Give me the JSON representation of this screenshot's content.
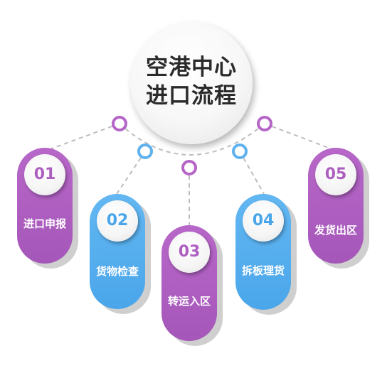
{
  "center": {
    "title_line1": "空港中心",
    "title_line2": "进口流程"
  },
  "steps": [
    {
      "number": "01",
      "label": "进口申报",
      "color": "#ad5fc0"
    },
    {
      "number": "02",
      "label": "货物检查",
      "color": "#4aa6ea"
    },
    {
      "number": "03",
      "label": "转运入区",
      "color": "#ad5fc0"
    },
    {
      "number": "04",
      "label": "拆板理货",
      "color": "#4aa6ea"
    },
    {
      "number": "05",
      "label": "发货出区",
      "color": "#ad5fc0"
    }
  ],
  "connector_colors": {
    "purple": "#b565c7",
    "blue": "#5fb2ee",
    "dash": "#bdbdbd"
  }
}
